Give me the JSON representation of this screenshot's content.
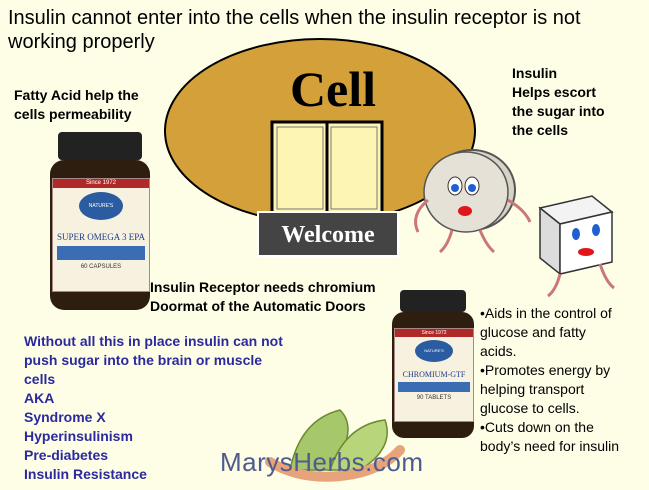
{
  "title": "Insulin cannot enter into the cells when the insulin receptor is not working properly",
  "cell": {
    "label": "Cell",
    "door_sign": "Welcome"
  },
  "fatty_acid_note": [
    "Fatty Acid help the",
    "cells permeability"
  ],
  "insulin_note": [
    "Insulin",
    "Helps escort",
    "the sugar into",
    "the cells"
  ],
  "receptor_note": [
    "Insulin Receptor needs chromium",
    "Doormat of the Automatic Doors"
  ],
  "without_note": [
    "Without all this in place insulin can not",
    "push sugar into the brain or muscle",
    "cells",
    "AKA",
    "Syndrome X",
    "Hyperinsulinism",
    "Pre-diabetes",
    "Insulin Resistance"
  ],
  "bullets": [
    "•Aids in the control of",
    "glucose and fatty",
    "acids.",
    "•Promotes energy by",
    "helping transport",
    "glucose to cells.",
    "•Cuts down on the",
    "body’s need for insulin"
  ],
  "product_omega": {
    "brand": "NATURE'S SUNSHINE",
    "since": "Since 1972",
    "name": "SUPER OMEGA 3 EPA",
    "qty": "60 CAPSULES"
  },
  "product_chromium": {
    "brand": "NATURE'S SUNSHINE",
    "since": "Since 1972",
    "name": "CHROMIUM-GTF",
    "qty": "90 TABLETS"
  },
  "logo": "MarysHerbs.com",
  "colors": {
    "background": "#fefde6",
    "cell": "#d4a03a",
    "door": "#fdf5b4",
    "sign": "#444444",
    "blue_text": "#2a2a9e",
    "logo": "#4f5b8f"
  }
}
